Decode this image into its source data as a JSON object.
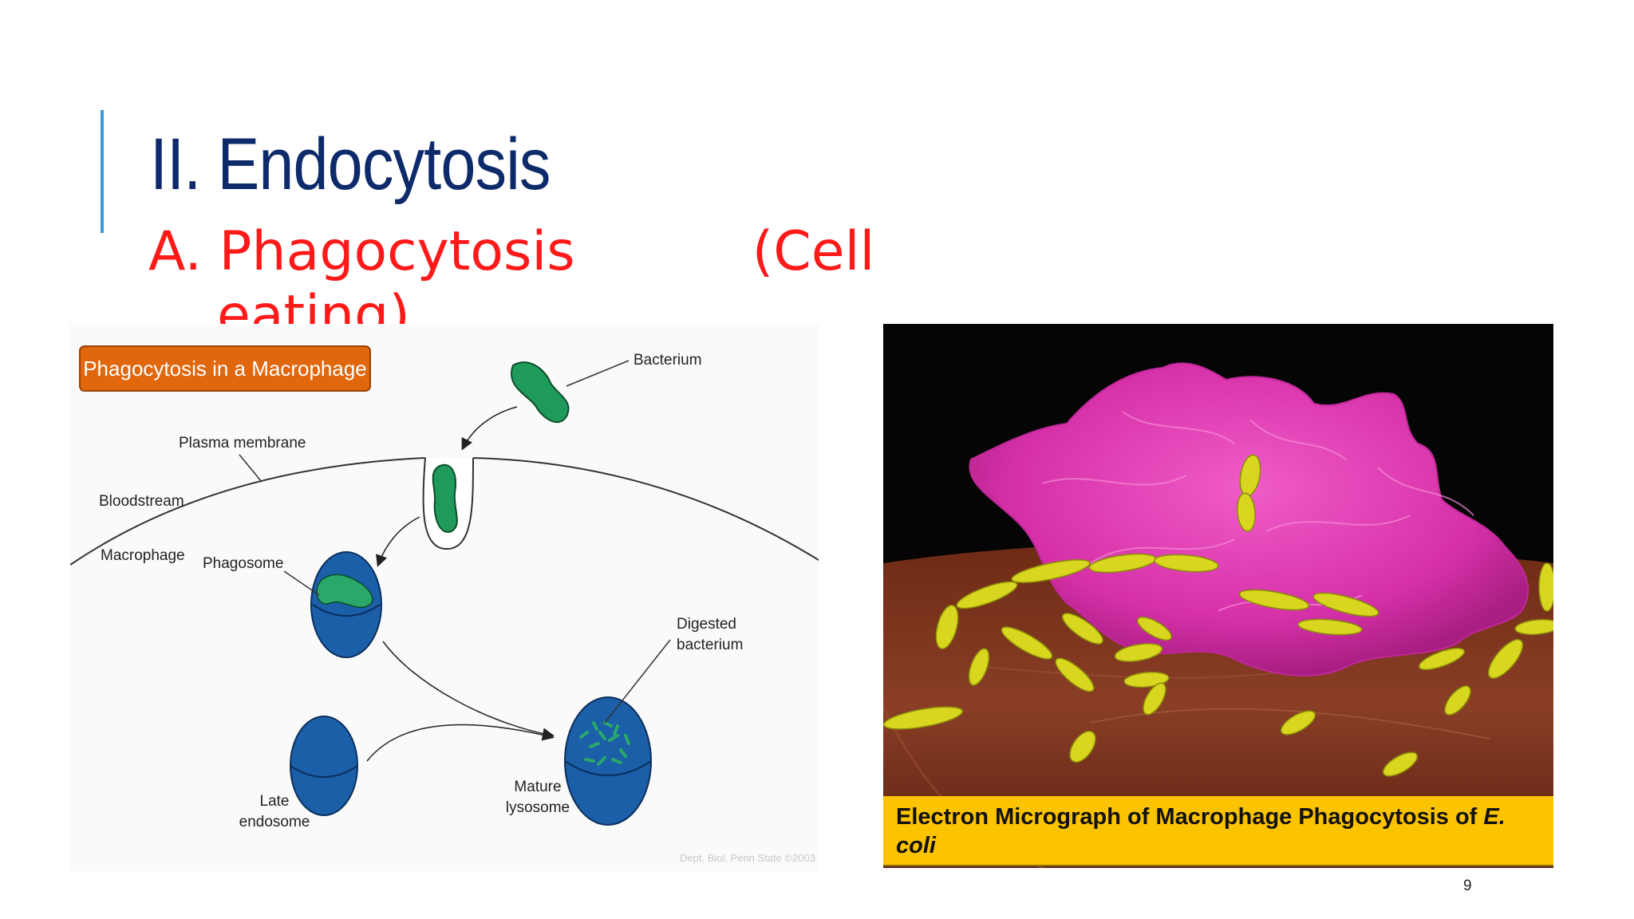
{
  "slide": {
    "title": "II. Endocytosis",
    "subtitle_a": "A. Phagocytosis",
    "subtitle_b": "(Cell",
    "subtitle_cont": "eating)",
    "page_number": "9"
  },
  "diagram": {
    "header": "Phagocytosis in a Macrophage",
    "labels": {
      "bacterium": "Bacterium",
      "plasma_membrane": "Plasma membrane",
      "bloodstream": "Bloodstream",
      "macrophage": "Macrophage",
      "phagosome": "Phagosome",
      "digested_1": "Digested",
      "digested_2": "bacterium",
      "mature_1": "Mature",
      "mature_2": "lysosome",
      "late_1": "Late",
      "late_2": "endosome"
    },
    "credit": "Dept. Biol. Penn State ©2003",
    "colors": {
      "header_bg": "#e0670c",
      "organelle": "#1a5fa8",
      "bacterium": "#1f9a5a"
    }
  },
  "micrograph": {
    "caption_main": "Electron Micrograph of Macrophage Phagocytosis of ",
    "caption_italic_1": "E.",
    "caption_italic_2": "coli",
    "colors": {
      "macrophage": "#e33fb8",
      "bacteria": "#d8d61e",
      "tissue": "#8a3a22",
      "caption_bg": "#fcc300"
    }
  }
}
